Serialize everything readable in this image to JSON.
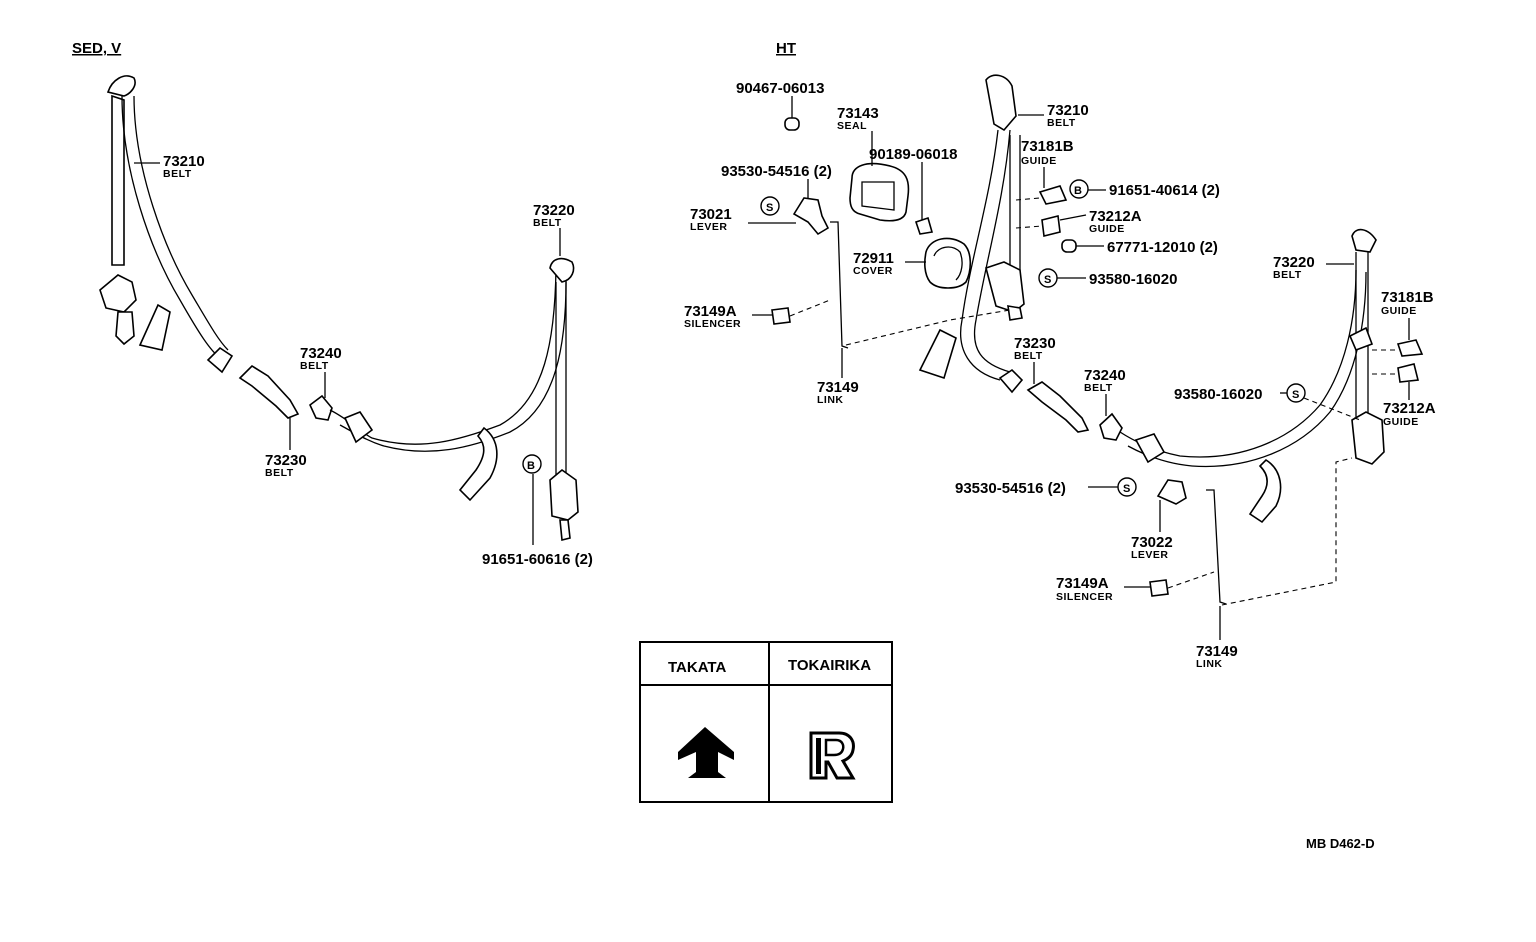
{
  "sections": {
    "left_header": "SED, V",
    "right_header": "HT"
  },
  "left": {
    "p73210": {
      "num": "73210",
      "name": "BELT"
    },
    "p73220": {
      "num": "73220",
      "name": "BELT"
    },
    "p73240": {
      "num": "73240",
      "name": "BELT"
    },
    "p73230": {
      "num": "73230",
      "name": "BELT"
    },
    "p91651": {
      "num": "91651-60616 (2)",
      "badge": "B"
    }
  },
  "right": {
    "p90467": {
      "num": "90467-06013"
    },
    "p73143": {
      "num": "73143",
      "name": "SEAL"
    },
    "p90189": {
      "num": "90189-06018"
    },
    "p93530a": {
      "num": "93530-54516 (2)"
    },
    "p73021": {
      "num": "73021",
      "name": "LEVER"
    },
    "p72911": {
      "num": "72911",
      "name": "COVER"
    },
    "p73149Aa": {
      "num": "73149A",
      "name": "SILENCER"
    },
    "p73149a": {
      "num": "73149",
      "name": "LINK"
    },
    "p73210": {
      "num": "73210",
      "name": "BELT"
    },
    "p73181Ba": {
      "num": "73181B",
      "name": "GUIDE"
    },
    "p91651": {
      "num": "91651-40614 (2)",
      "badge": "B"
    },
    "p73212Aa": {
      "num": "73212A",
      "name": "GUIDE"
    },
    "p67771": {
      "num": "67771-12010 (2)"
    },
    "p93580a": {
      "num": "93580-16020",
      "badge": "S"
    },
    "p73230": {
      "num": "73230",
      "name": "BELT"
    },
    "p73240": {
      "num": "73240",
      "name": "BELT"
    },
    "p73220": {
      "num": "73220",
      "name": "BELT"
    },
    "p73181Bb": {
      "num": "73181B",
      "name": "GUIDE"
    },
    "p93580b": {
      "num": "93580-16020",
      "badge": "S"
    },
    "p73212Ab": {
      "num": "73212A",
      "name": "GUIDE"
    },
    "p93530b": {
      "num": "93530-54516 (2)",
      "badge": "S"
    },
    "p73022": {
      "num": "73022",
      "name": "LEVER"
    },
    "p73149Ab": {
      "num": "73149A",
      "name": "SILENCER"
    },
    "p73149b": {
      "num": "73149",
      "name": "LINK"
    }
  },
  "legend": {
    "col1": "TAKATA",
    "col2": "TOKAIRIKA"
  },
  "footer": {
    "code": "MB D462-D"
  }
}
